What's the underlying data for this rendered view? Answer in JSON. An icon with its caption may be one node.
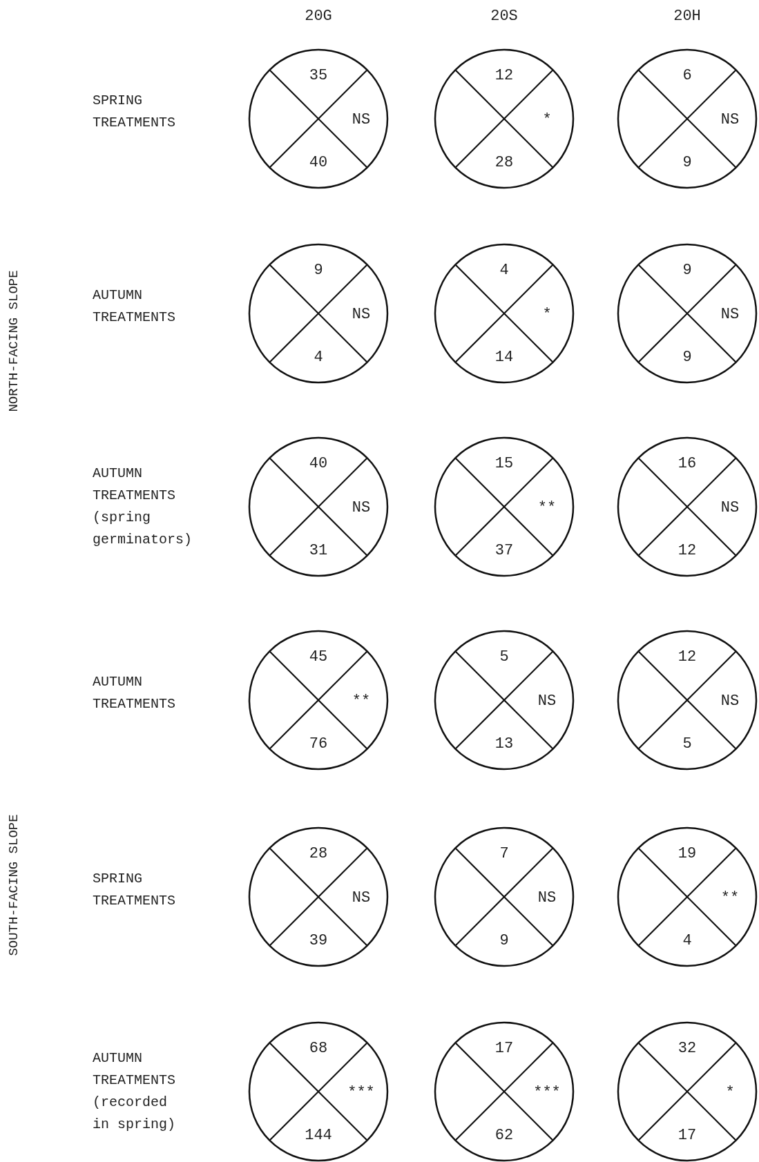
{
  "diagram": {
    "nodes": [
      {
        "text": [
          "35",
          "NS",
          "40"
        ]
      },
      {
        "text": [
          "12",
          "*",
          "28"
        ]
      },
      {
        "text": [
          "6",
          "NS",
          "9"
        ]
      },
      {
        "text": [
          "9",
          "NS",
          "4"
        ]
      },
      {
        "text": [
          "4",
          "*",
          "14"
        ]
      },
      {
        "text": [
          "9",
          "NS",
          "9"
        ]
      },
      {
        "text": [
          "40",
          "NS",
          "31"
        ]
      },
      {
        "text": [
          "15",
          "**",
          "37"
        ]
      },
      {
        "text": [
          "16",
          "NS",
          "12"
        ]
      },
      {
        "text": [
          "45",
          "**",
          "76"
        ]
      },
      {
        "text": [
          "5",
          "NS",
          "13"
        ]
      },
      {
        "text": [
          "12",
          "NS",
          "5"
        ]
      },
      {
        "text": [
          "28",
          "NS",
          "39"
        ]
      },
      {
        "text": [
          "7",
          "NS",
          "9"
        ]
      },
      {
        "text": [
          "19",
          "**",
          "4"
        ]
      },
      {
        "text": [
          "68",
          "***",
          "144"
        ]
      },
      {
        "text": [
          "17",
          "***",
          "62"
        ]
      },
      {
        "text": [
          "32",
          "*",
          "17"
        ]
      }
    ],
    "labels": [
      "20G",
      "20S",
      "20H",
      "SPRING TREATMENTS",
      "AUTUMN TREATMENTS",
      "AUTUMN TREATMENTS (spring germinators)",
      "AUTUMN TREATMENTS",
      "SPRING TREATMENTS",
      "AUTUMN TREATMENTS (recorded in spring)",
      "NORTH-FACING SLOPE",
      "SOUTH-FACING SLOPE"
    ]
  }
}
